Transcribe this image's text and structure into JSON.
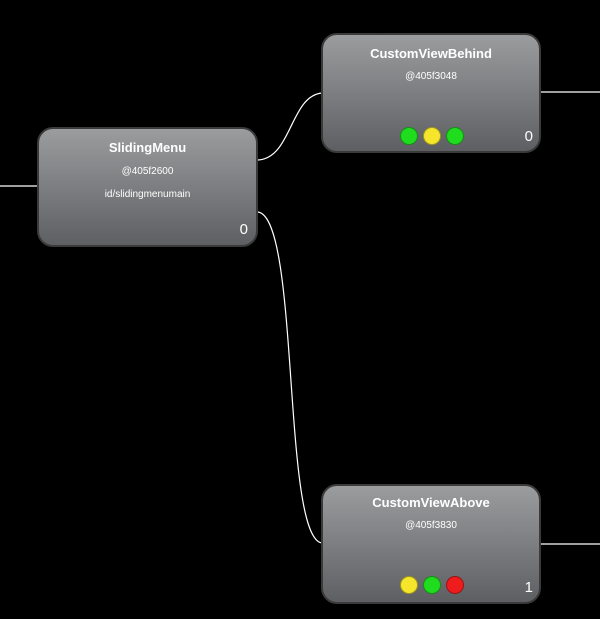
{
  "colors": {
    "background": "#000000",
    "connector": "#ffffff",
    "node_top": "#9a9c9e",
    "node_bottom": "#5d5f62",
    "node_border": "#3a3a3a"
  },
  "status_colors": {
    "green": "#1fdc1f",
    "yellow": "#f5e62b",
    "red": "#ee1c1c"
  },
  "nodes": {
    "sliding_menu": {
      "title": "SlidingMenu",
      "address": "@405f2600",
      "view_id": "id/slidingmenumain",
      "index": "0"
    },
    "custom_view_behind": {
      "title": "CustomViewBehind",
      "address": "@405f3048",
      "index": "0",
      "indicators": [
        "green",
        "yellow",
        "green"
      ]
    },
    "custom_view_above": {
      "title": "CustomViewAbove",
      "address": "@405f3830",
      "index": "1",
      "indicators": [
        "yellow",
        "green",
        "red"
      ]
    }
  }
}
